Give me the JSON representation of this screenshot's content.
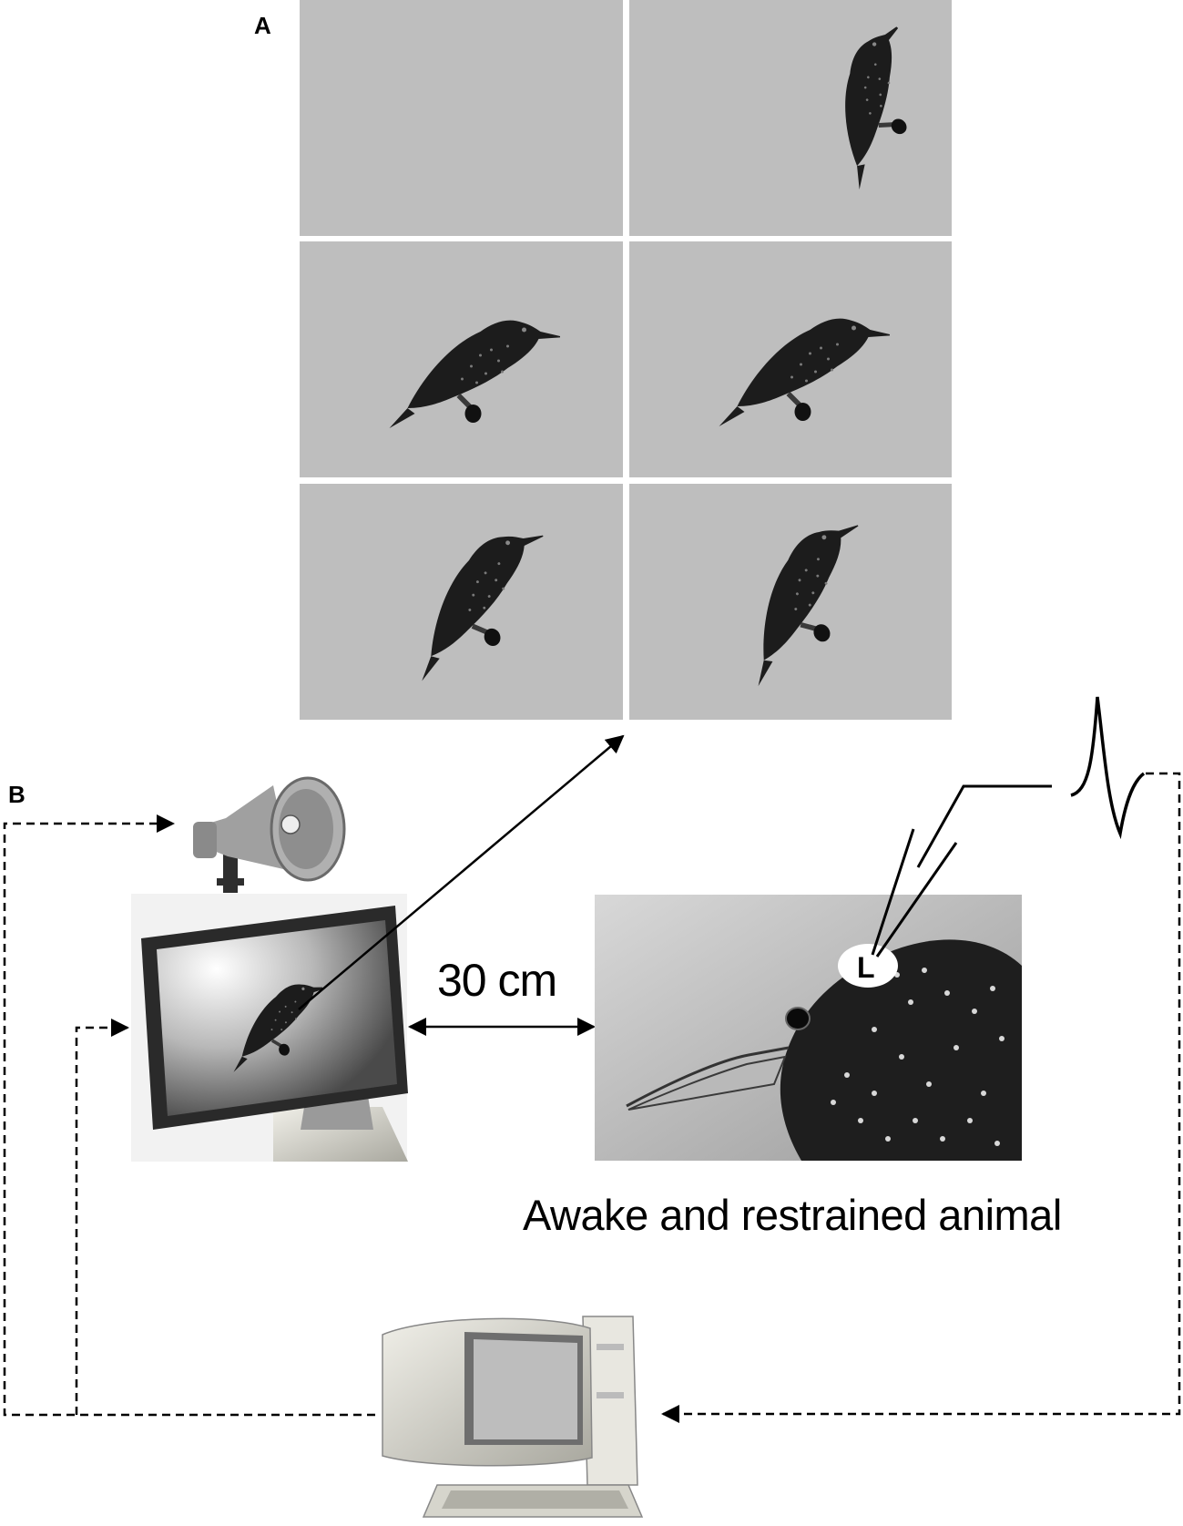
{
  "panels": {
    "a_label": "A",
    "b_label": "B"
  },
  "setup": {
    "distance_label": "30 cm",
    "caption": "Awake and restrained animal",
    "hemisphere_label": "L"
  },
  "colors": {
    "stimulus_background": "#bebebe",
    "bird_dark": "#1c1c1c",
    "line": "#000000",
    "grid_gap": "#ffffff"
  },
  "icons": {
    "speaker": "loudspeaker-horn-icon",
    "monitor": "display-monitor-icon",
    "computer": "desktop-computer-icon",
    "electrode": "recording-electrode-icon",
    "spike": "action-potential-waveform-icon"
  }
}
